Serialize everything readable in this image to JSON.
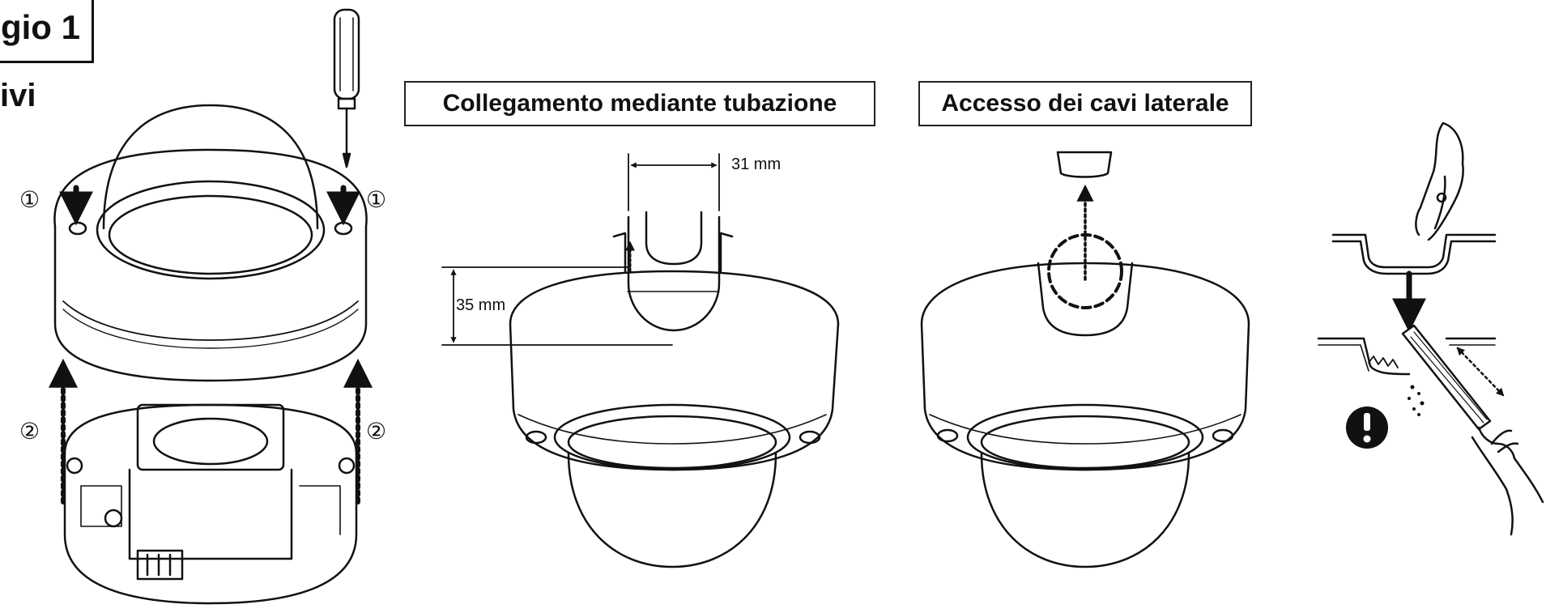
{
  "header": {
    "step_title": "gio 1",
    "subheading": "ivi"
  },
  "labels": {
    "conduit": "Collegamento mediante tubazione",
    "side_access": "Accesso dei cavi laterale"
  },
  "dimensions": {
    "width": "31 mm",
    "height": "35 mm"
  },
  "step_markers": {
    "first": "①",
    "second": "②"
  },
  "icons": [
    "screwdriver-icon",
    "pliers-icon",
    "file-tool-icon",
    "caution-icon",
    "hand-icon"
  ]
}
